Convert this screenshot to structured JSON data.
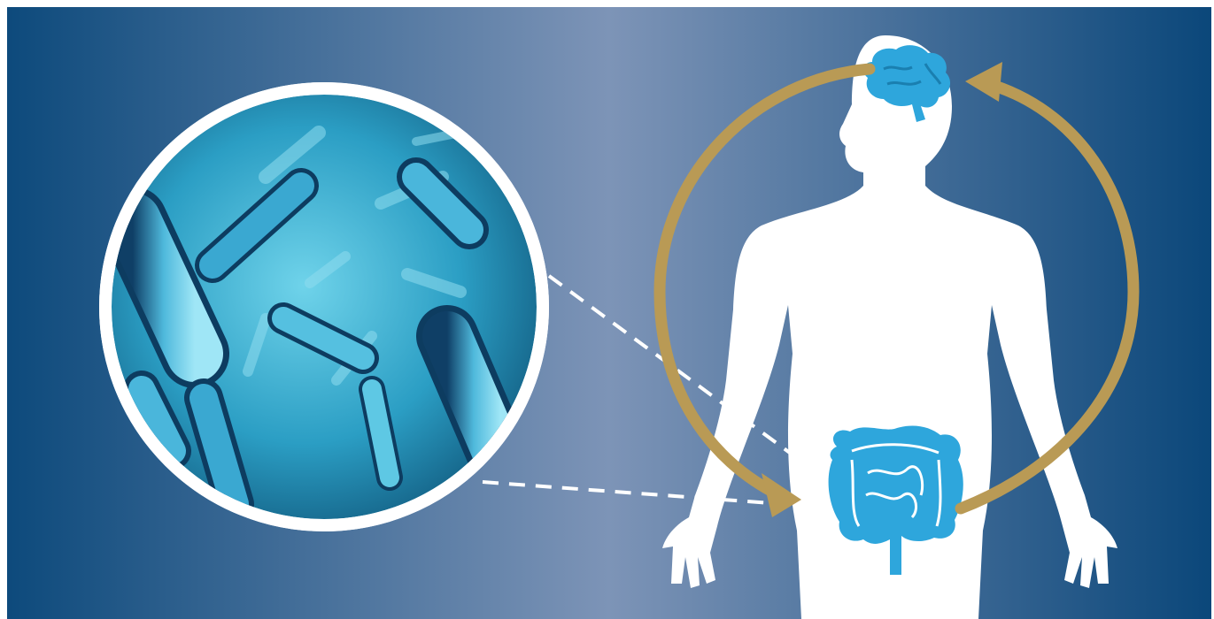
{
  "illustration": {
    "subject": "gut-brain axis",
    "elements": [
      "bacteria-magnifier",
      "human-silhouette",
      "brain",
      "intestines",
      "circular-arrows"
    ]
  },
  "colors": {
    "background_edge": "#0d4a7c",
    "background_center": "#7d94b7",
    "arrow_gold": "#b99a55",
    "organ_blue": "#2ea6dc",
    "bacteria_cyan": "#5ec8e4",
    "silhouette": "#ffffff"
  },
  "icons": [
    "bacteria-icon",
    "brain-icon",
    "intestine-icon",
    "human-silhouette-icon",
    "cycle-arrow-icon"
  ]
}
